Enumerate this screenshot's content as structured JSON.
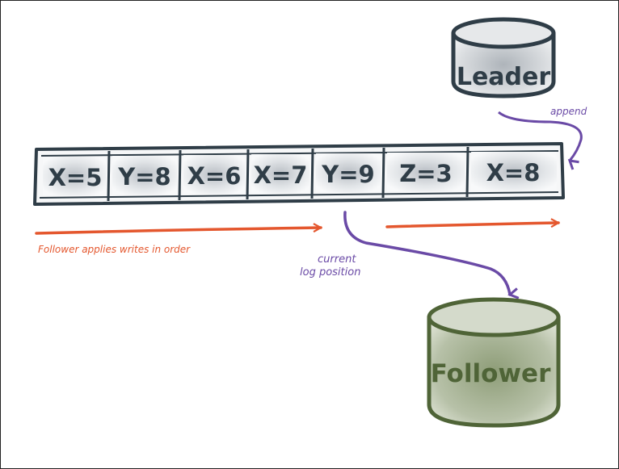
{
  "leader": {
    "label": "Leader",
    "fill": "#c9cdd2",
    "stroke": "#2f3d47"
  },
  "follower": {
    "label": "Follower",
    "fill": "#aab59c",
    "stroke": "#4f6437"
  },
  "log": {
    "entries": [
      "X=5",
      "Y=8",
      "X=6",
      "X=7",
      "Y=9",
      "Z=3",
      "X=8"
    ],
    "stroke": "#2f3d47"
  },
  "append_label": "append",
  "apply_label": "Follower applies writes in order",
  "position_label_line1": "current",
  "position_label_line2": "log position",
  "colors": {
    "orange": "#e4572e",
    "purple": "#6a4aa6"
  }
}
